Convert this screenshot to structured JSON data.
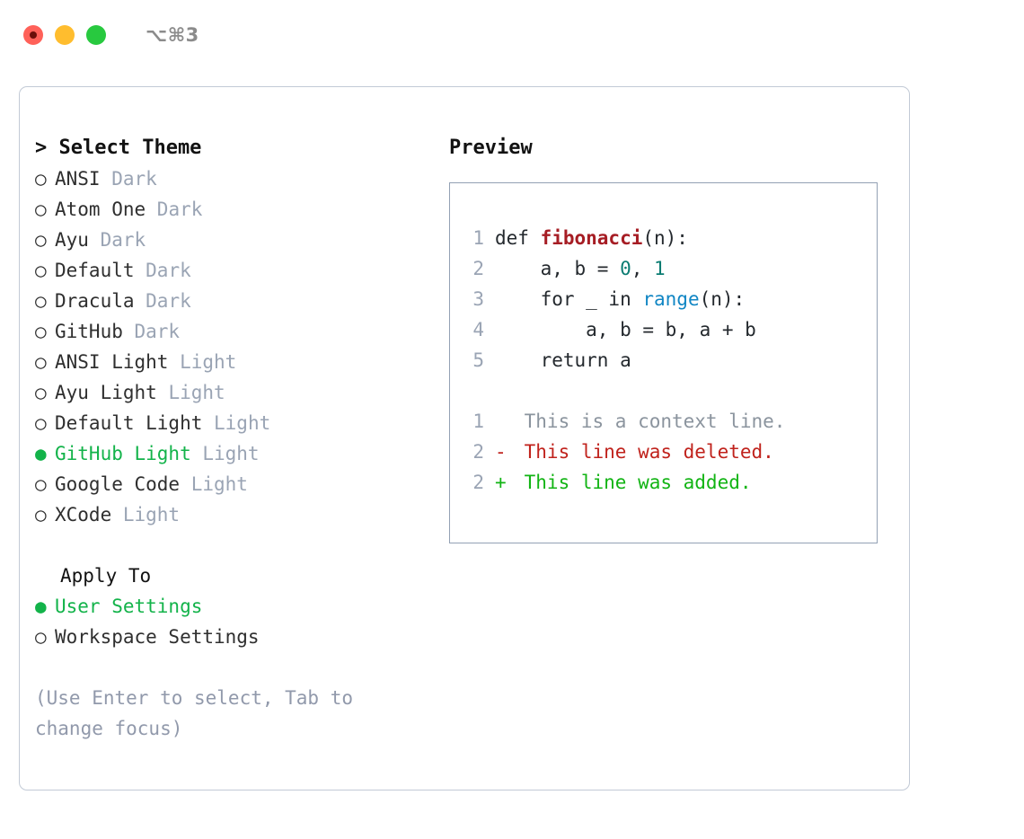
{
  "titlebar": {
    "shortcut": "⌥⌘3",
    "lights": [
      {
        "name": "close",
        "color": "#ff6159"
      },
      {
        "name": "minimize",
        "color": "#ffbd2e"
      },
      {
        "name": "maximize",
        "color": "#28c93f"
      }
    ]
  },
  "theme_picker": {
    "heading": "> Select Theme",
    "bullet_unselected": "○",
    "bullet_selected": "●",
    "options": [
      {
        "name": "ANSI",
        "variant": "Dark",
        "selected": false
      },
      {
        "name": "Atom One",
        "variant": "Dark",
        "selected": false
      },
      {
        "name": "Ayu",
        "variant": "Dark",
        "selected": false
      },
      {
        "name": "Default",
        "variant": "Dark",
        "selected": false
      },
      {
        "name": "Dracula",
        "variant": "Dark",
        "selected": false
      },
      {
        "name": "GitHub",
        "variant": "Dark",
        "selected": false
      },
      {
        "name": "ANSI Light",
        "variant": "Light",
        "selected": false
      },
      {
        "name": "Ayu Light",
        "variant": "Light",
        "selected": false
      },
      {
        "name": "Default Light",
        "variant": "Light",
        "selected": false
      },
      {
        "name": "GitHub Light",
        "variant": "Light",
        "selected": true
      },
      {
        "name": "Google Code",
        "variant": "Light",
        "selected": false
      },
      {
        "name": "XCode",
        "variant": "Light",
        "selected": false
      }
    ]
  },
  "apply_to": {
    "heading": "Apply To",
    "options": [
      {
        "label": "User Settings",
        "selected": true
      },
      {
        "label": "Workspace Settings",
        "selected": false
      }
    ]
  },
  "hint": "(Use Enter to select, Tab to change focus)",
  "preview": {
    "heading": "Preview",
    "code_lines": [
      {
        "number": "1",
        "tokens": [
          {
            "text": "def ",
            "type": "plain"
          },
          {
            "text": "fibonacci",
            "type": "fn"
          },
          {
            "text": "(n):",
            "type": "plain"
          }
        ]
      },
      {
        "number": "2",
        "tokens": [
          {
            "text": "    a, b = ",
            "type": "plain"
          },
          {
            "text": "0",
            "type": "num"
          },
          {
            "text": ", ",
            "type": "plain"
          },
          {
            "text": "1",
            "type": "num"
          }
        ]
      },
      {
        "number": "3",
        "tokens": [
          {
            "text": "    for _ in ",
            "type": "plain"
          },
          {
            "text": "range",
            "type": "builtin"
          },
          {
            "text": "(n):",
            "type": "plain"
          }
        ]
      },
      {
        "number": "4",
        "tokens": [
          {
            "text": "        a, b = b, a + b",
            "type": "plain"
          }
        ]
      },
      {
        "number": "5",
        "tokens": [
          {
            "text": "    return a",
            "type": "plain"
          }
        ]
      }
    ],
    "diff_lines": [
      {
        "number": "1",
        "marker": " ",
        "text": "This is a context line.",
        "kind": "context"
      },
      {
        "number": "2",
        "marker": "-",
        "text": "This line was deleted.",
        "kind": "deleted"
      },
      {
        "number": "2",
        "marker": "+",
        "text": "This line was added.",
        "kind": "added"
      }
    ]
  },
  "colors": {
    "accent_green": "#13b34a",
    "muted": "#9aa4b4",
    "border": "#c2cad6",
    "preview_border": "#93a1b4",
    "diff_add": "#12b414",
    "diff_del": "#c0221c",
    "diff_ctx": "#8b949e",
    "syntax_fn": "#a61d24",
    "syntax_num": "#0a7c72",
    "syntax_builtin": "#1186c4"
  }
}
